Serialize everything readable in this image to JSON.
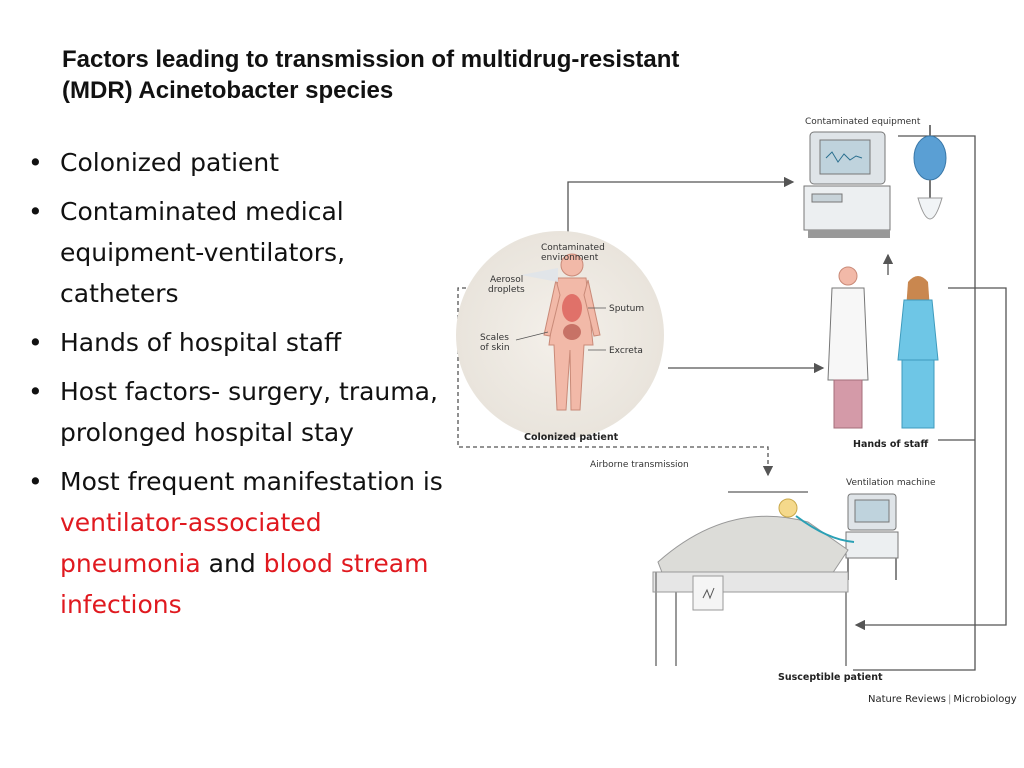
{
  "slide": {
    "title": "Factors leading to transmission of multidrug-resistant (MDR) Acinetobacter species",
    "bullets": [
      {
        "segments": [
          {
            "text": "Colonized patient",
            "color": "#111111"
          }
        ]
      },
      {
        "segments": [
          {
            "text": "Contaminated medical equipment-ventilators, catheters",
            "color": "#111111"
          }
        ]
      },
      {
        "segments": [
          {
            "text": "Hands of hospital staff",
            "color": "#111111"
          }
        ]
      },
      {
        "segments": [
          {
            "text": "Host factors- surgery, trauma, prolonged hospital stay",
            "color": "#111111"
          }
        ]
      },
      {
        "segments": [
          {
            "text": "Most frequent manifestation is ",
            "color": "#111111"
          },
          {
            "text": "ventilator-associated pneumonia",
            "color": "#e0191f"
          },
          {
            "text": " and ",
            "color": "#111111"
          },
          {
            "text": "blood stream infections",
            "color": "#e0191f"
          }
        ]
      }
    ]
  },
  "figure": {
    "labels": {
      "contaminated_equipment": "Contaminated equipment",
      "contaminated_environment_1": "Contaminated",
      "contaminated_environment_2": "environment",
      "aerosol_1": "Aerosol",
      "aerosol_2": "droplets",
      "sputum": "Sputum",
      "scales_1": "Scales",
      "scales_2": "of skin",
      "excreta": "Excreta",
      "colonized_patient": "Colonized patient",
      "hands_of_staff": "Hands of staff",
      "airborne_transmission": "Airborne transmission",
      "ventilation_machine": "Ventilation machine",
      "susceptible_patient": "Susceptible patient"
    },
    "credit": {
      "journal": "Nature Reviews",
      "section": "Microbiology"
    },
    "colors": {
      "red": "#e0191f",
      "arrow": "#555555",
      "skin": "#f2b9a8",
      "scrubs": "#6ec6e6",
      "pants": "#d49aa8"
    }
  }
}
